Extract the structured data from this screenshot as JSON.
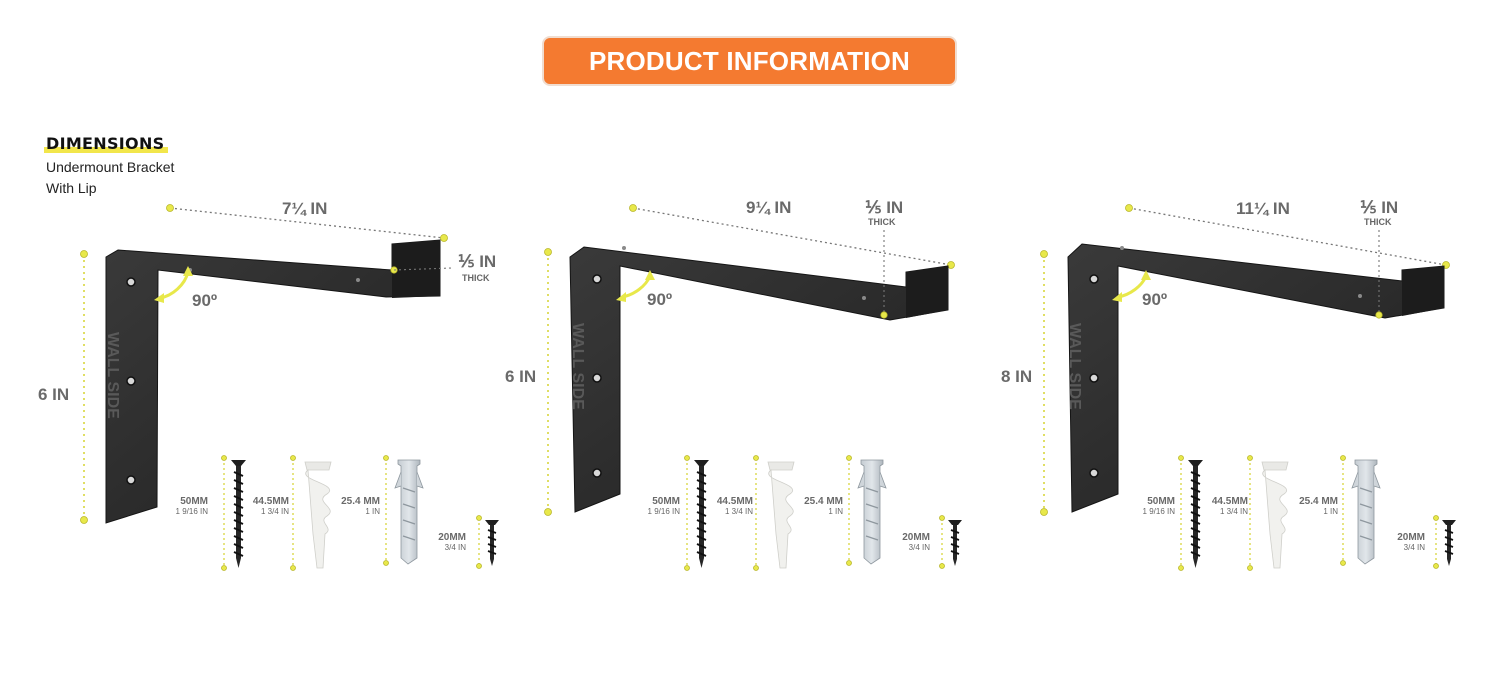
{
  "header": {
    "title": "PRODUCT INFORMATION"
  },
  "dimensions": {
    "title": "DIMENSIONS",
    "line1": "Undermount Bracket",
    "line2": "With Lip"
  },
  "brackets": [
    {
      "length": "7¼ IN",
      "height": "6 IN",
      "thickness": "⅕ IN",
      "thick_label": "THICK",
      "angle": "90º",
      "wall_label": "WALL SIDE"
    },
    {
      "length": "9¼ IN",
      "height": "6 IN",
      "thickness": "⅕ IN",
      "thick_label": "THICK",
      "angle": "90º",
      "wall_label": "WALL SIDE"
    },
    {
      "length": "11¼ IN",
      "height": "8 IN",
      "thickness": "⅕ IN",
      "thick_label": "THICK",
      "angle": "90º",
      "wall_label": "WALL SIDE"
    }
  ],
  "hardware": {
    "screw_long": {
      "mm": "50MM",
      "inch": "1 9/16 IN"
    },
    "anchor": {
      "mm": "44.5MM",
      "inch": "1 3/4 IN"
    },
    "plug": {
      "mm": "25.4 MM",
      "inch": "1 IN"
    },
    "screw_short": {
      "mm": "20MM",
      "inch": "3/4 IN"
    }
  },
  "colors": {
    "accent": "#f47a30",
    "highlight": "#f2e64b",
    "bracket": "#2b2b2b",
    "dot": "#e8e84a"
  }
}
